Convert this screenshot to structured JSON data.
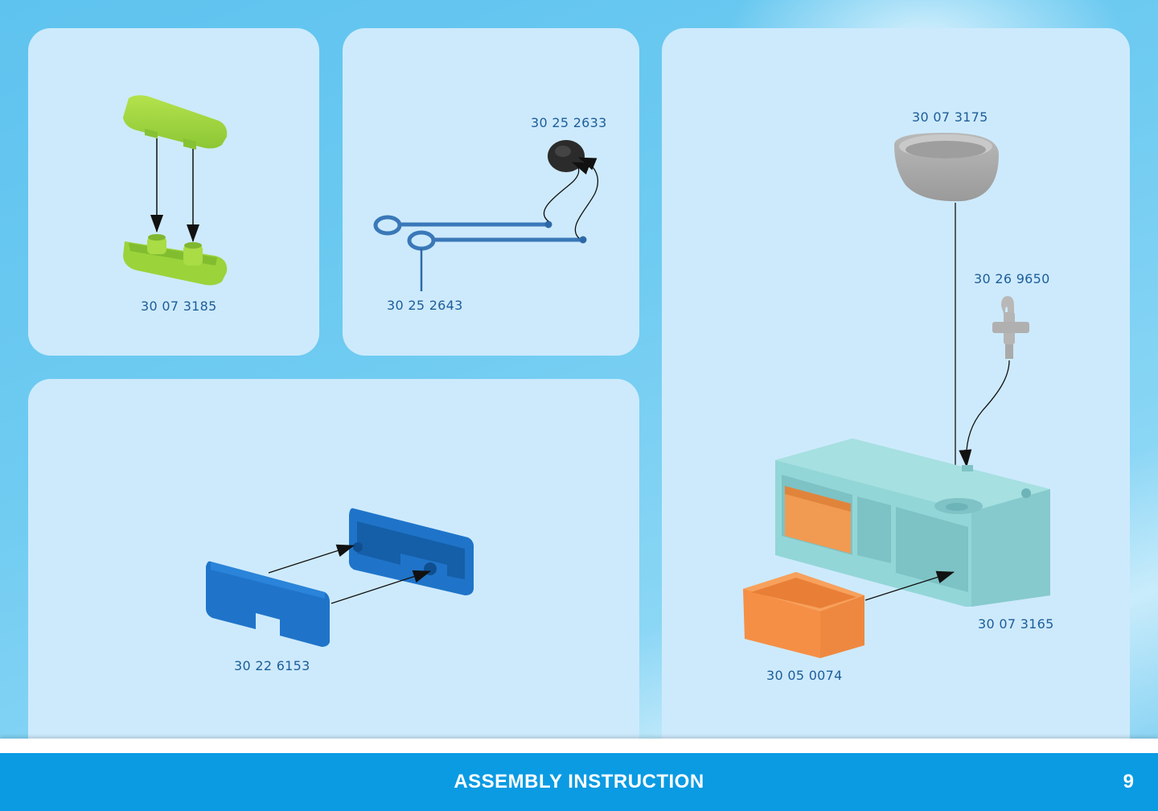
{
  "footer": {
    "title": "ASSEMBLY INSTRUCTION",
    "page_number": "9",
    "bar_color": "#0a9be3"
  },
  "panels": [
    {
      "id": "panel-green-connector",
      "parts": [
        {
          "part_number": "30 07 3185",
          "color": "#9bd33b",
          "description": "green rounded cap and base"
        }
      ]
    },
    {
      "id": "panel-cords",
      "parts": [
        {
          "part_number": "30 25 2633",
          "color": "#2a2a2a",
          "description": "black stopper"
        },
        {
          "part_number": "30 25 2643",
          "color": "#3a78b8",
          "description": "blue ring cords"
        }
      ]
    },
    {
      "id": "panel-blue-clip",
      "parts": [
        {
          "part_number": "30 22 6153",
          "color": "#1f74c9",
          "description": "blue clip pieces"
        }
      ]
    },
    {
      "id": "panel-sink-cabinet",
      "parts": [
        {
          "part_number": "30 07 3175",
          "color": "#a8a8a8",
          "description": "grey basin"
        },
        {
          "part_number": "30 26 9650",
          "color": "#b5b5b5",
          "description": "grey tap"
        },
        {
          "part_number": "30 07 3165",
          "color": "#93d6d8",
          "description": "turquoise cabinet"
        },
        {
          "part_number": "30 05 0074",
          "color": "#f58f45",
          "description": "orange basket"
        }
      ]
    }
  ]
}
